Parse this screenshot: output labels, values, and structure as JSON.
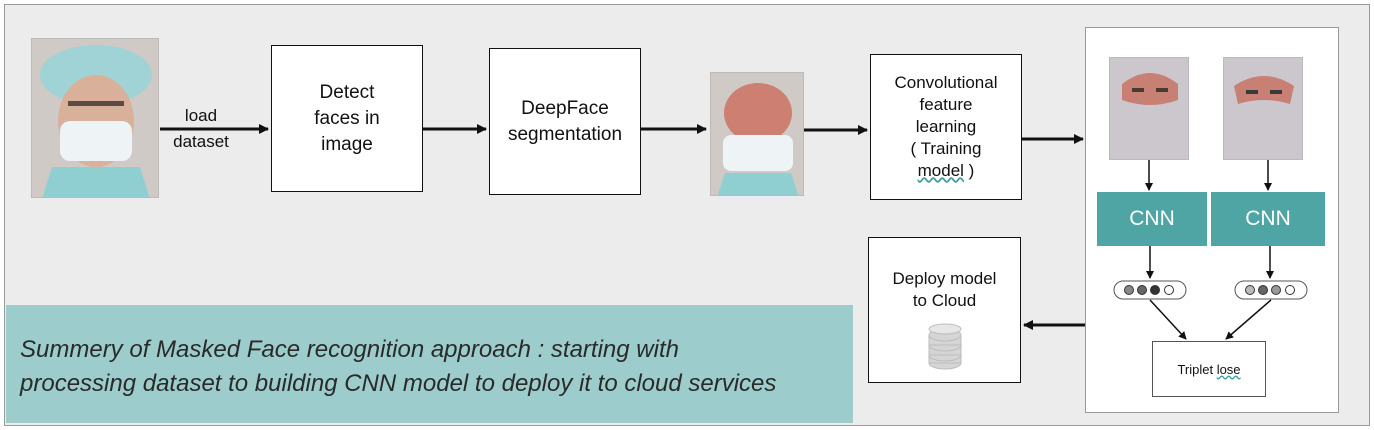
{
  "steps": {
    "load_label_1": "load",
    "load_label_2": "dataset",
    "detect_1": "Detect",
    "detect_2": "faces in",
    "detect_3": "image",
    "deepface_1": "DeepFace",
    "deepface_2": "segmentation",
    "conv_1": "Convolutional",
    "conv_2": "feature",
    "conv_3": "learning",
    "conv_4": "( Training",
    "conv_5a": "model",
    "conv_5b": " )",
    "deploy_1": "Deploy model",
    "deploy_2": "to Cloud"
  },
  "panel": {
    "cnn_left": "CNN",
    "cnn_right": "CNN",
    "triplet_a": "Triplet ",
    "triplet_b": "lose"
  },
  "caption": {
    "line1": "Summery of Masked Face recognition approach : starting with",
    "line2": "processing dataset to building CNN model to deploy it to cloud services"
  },
  "colors": {
    "teal": "#4fa4a4",
    "caption_bg": "#9ccdcc",
    "frame_bg": "#ececec"
  }
}
